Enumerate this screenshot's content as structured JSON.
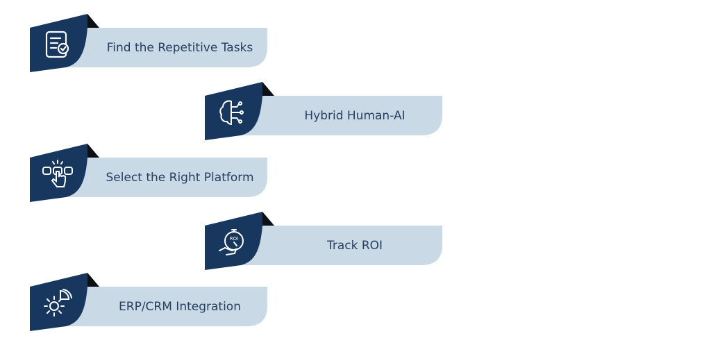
{
  "colors": {
    "navy": "#17375e",
    "light": "#c9d9e6",
    "fold": "#0b0f16",
    "text": "#26405f"
  },
  "steps": [
    {
      "label": "Find the Repetitive Tasks",
      "icon": "checklist-icon"
    },
    {
      "label": "Hybrid Human-AI",
      "icon": "brain-circuit-icon"
    },
    {
      "label": "Select the Right Platform",
      "icon": "hand-click-icon"
    },
    {
      "label": "Track ROI",
      "icon": "roi-stopwatch-icon"
    },
    {
      "label": "ERP/CRM Integration",
      "icon": "gears-icon"
    }
  ]
}
